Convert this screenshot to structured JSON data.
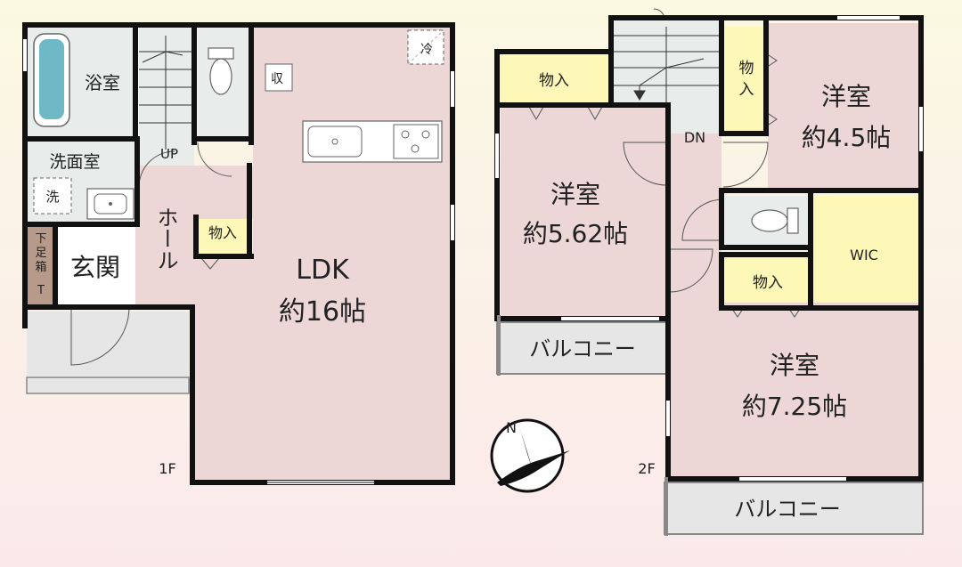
{
  "floor1": {
    "label": "1F",
    "rooms": {
      "bath": "浴室",
      "washroom": "洗面室",
      "washer": "洗",
      "entrance": "玄関",
      "hall": "ホール",
      "shoe_box": [
        "下",
        "足",
        "箱"
      ],
      "shoe_box_t": "T",
      "storage": "物入",
      "ldk_name": "LDK",
      "ldk_size": "約16帖",
      "shu": "収",
      "fridge": "冷",
      "stairs_up": "UP"
    }
  },
  "floor2": {
    "label": "2F",
    "rooms": {
      "storage_a": "物入",
      "storage_b": [
        "物",
        "入"
      ],
      "storage_c": "物入",
      "western_a_name": "洋室",
      "western_a_size": "約5.62帖",
      "western_b_name": "洋室",
      "western_b_size": "約4.5帖",
      "western_c_name": "洋室",
      "western_c_size": "約7.25帖",
      "wic": "WIC",
      "balcony_a": "バルコニー",
      "balcony_b": "バルコニー",
      "stairs_down": "DN"
    }
  },
  "compass": {
    "north": "N"
  },
  "colors": {
    "wall": "#111111",
    "room_pink": "#ecd6d6",
    "wet_area": "#e8ecea",
    "storage_yellow": "#fdf7b8",
    "balcony_gray": "#e6e6e6",
    "bathtub": "#6fb8c6"
  }
}
